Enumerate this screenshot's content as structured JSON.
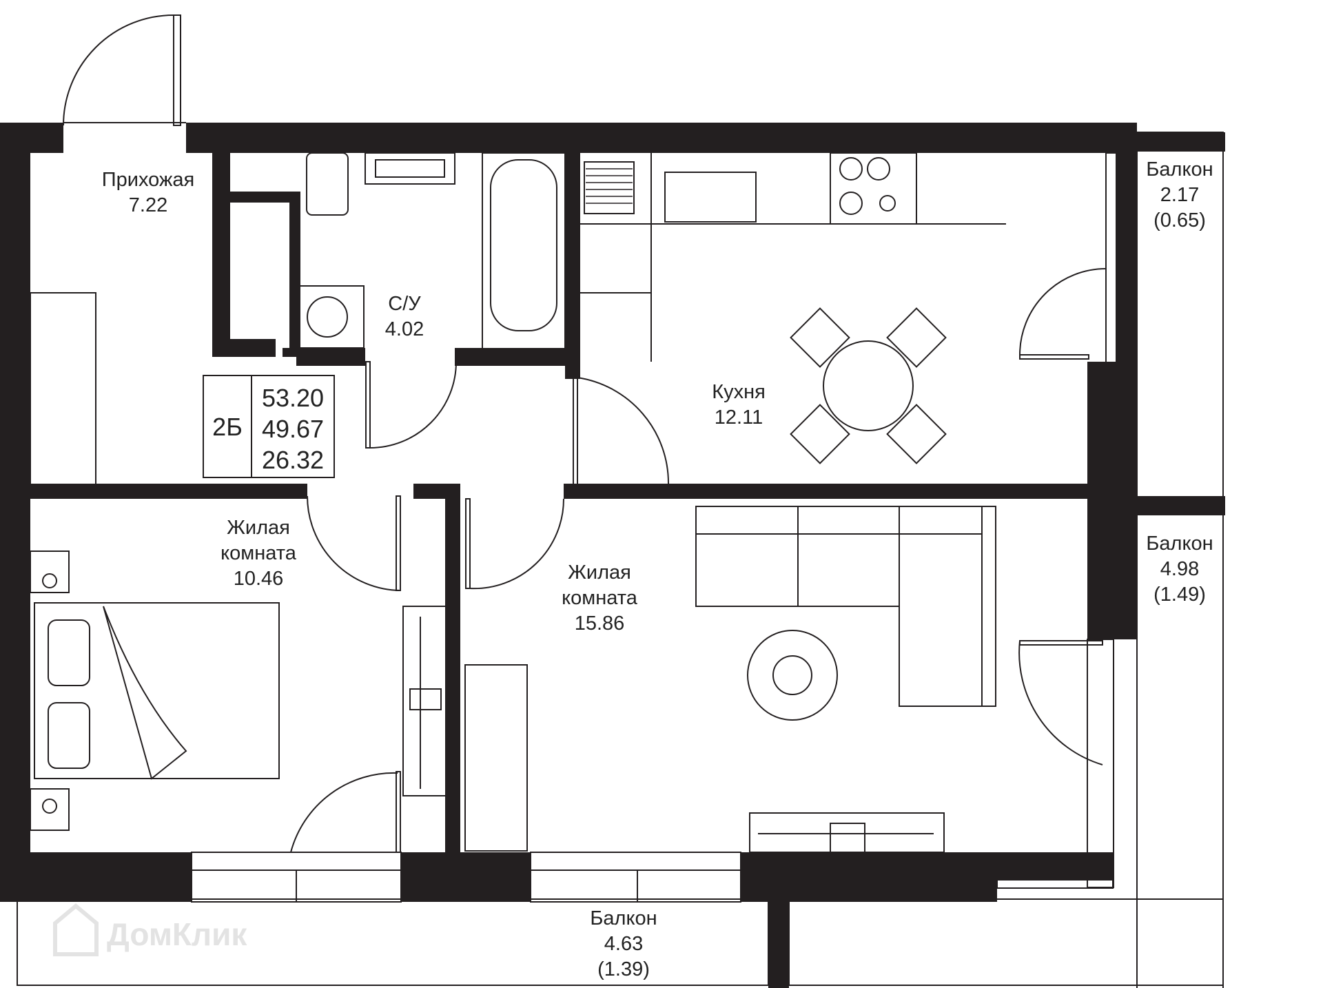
{
  "rooms": {
    "hallway": {
      "name": "Прихожая",
      "area": "7.22"
    },
    "bathroom": {
      "name": "С/У",
      "area": "4.02"
    },
    "kitchen": {
      "name": "Кухня",
      "area": "12.11"
    },
    "living_room_1": {
      "name_line1": "Жилая",
      "name_line2": "комната",
      "area": "10.46"
    },
    "living_room_2": {
      "name_line1": "Жилая",
      "name_line2": "комната",
      "area": "15.86"
    },
    "balcony_1": {
      "name": "Балкон",
      "area": "2.17",
      "reduced_area": "(0.65)"
    },
    "balcony_2": {
      "name": "Балкон",
      "area": "4.98",
      "reduced_area": "(1.49)"
    },
    "balcony_3": {
      "name": "Балкон",
      "area": "4.63",
      "reduced_area": "(1.39)"
    }
  },
  "summary": {
    "apartment_type": "2Б",
    "total_area": "53.20",
    "area_without_balconies": "49.67",
    "living_area": "26.32"
  },
  "watermark": {
    "text": "ДомКлик",
    "icon": "house-icon"
  },
  "colors": {
    "wall": "#231f20",
    "line": "#231f20",
    "background": "#ffffff",
    "watermark": "#e3e3e3"
  }
}
